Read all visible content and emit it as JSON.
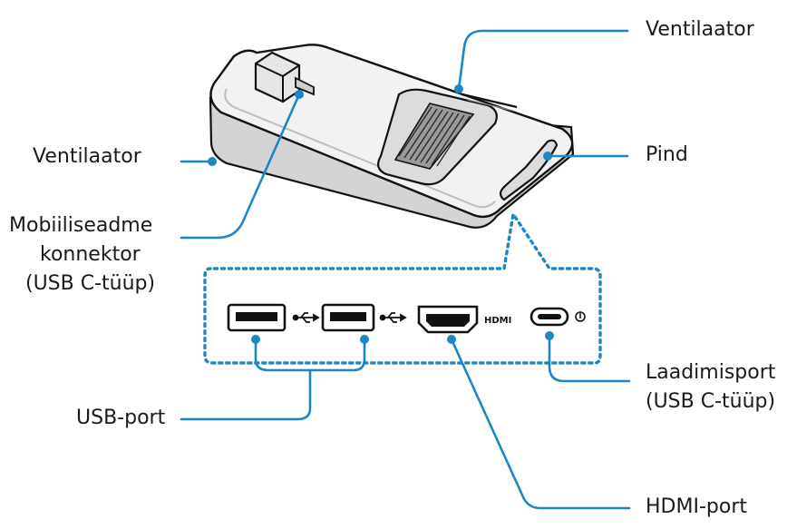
{
  "labels": {
    "fan_top": "Ventilaator",
    "fan_left": "Ventilaator",
    "surface": "Pind",
    "mobile_connector": [
      "Mobiiliseadme",
      "konnektor",
      "(USB C-tüüp)"
    ],
    "charging_port": [
      "Laadimisport",
      "(USB C-tüüp)"
    ],
    "usb_port": "USB-port",
    "hdmi_port": "HDMI-port"
  },
  "port_marks": {
    "hdmi_logo": "HDMI"
  },
  "colors": {
    "leader": "#1f86c6",
    "outline": "#111111"
  }
}
